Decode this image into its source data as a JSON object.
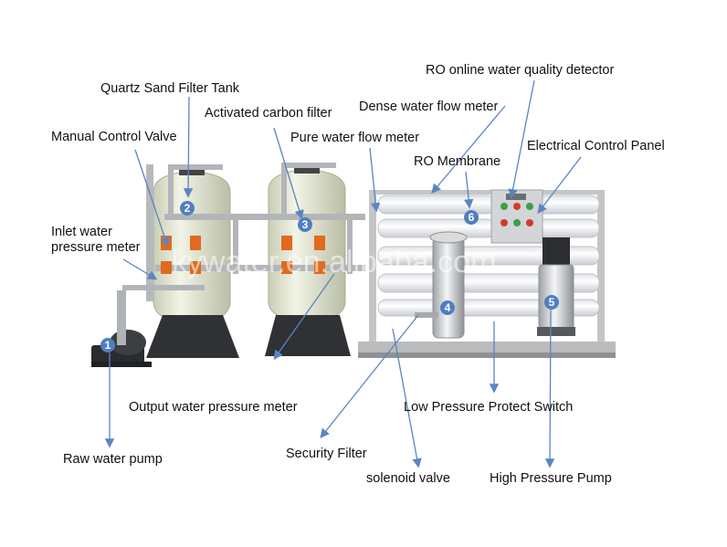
{
  "labels": {
    "ro_detector": "RO online water quality detector",
    "quartz_tank": "Quartz Sand Filter Tank",
    "dense_flow": "Dense water flow meter",
    "activated_carbon": "Activated carbon filter",
    "manual_valve": "Manual  Control Valve",
    "pure_flow": "Pure water flow meter",
    "electrical_panel": "Electrical Control Panel",
    "ro_membrane": "RO Membrane",
    "inlet_pressure": "Inlet water pressure meter",
    "output_pressure": "Output water pressure meter",
    "low_pressure": "Low Pressure  Protect Switch",
    "raw_pump": "Raw water pump",
    "security_filter": "Security Filter",
    "solenoid": "solenoid valve",
    "high_pump": "High Pressure Pump"
  },
  "badges": [
    "1",
    "2",
    "3",
    "4",
    "5",
    "6"
  ],
  "watermark": "kywater.en.alibaba.com",
  "colors": {
    "arrow": "#5b84c4",
    "badge": "#4f7fc0",
    "tank": "#e9ecd9",
    "frame": "#c4c6c8",
    "membrane": "#f3f4f6",
    "pipe": "#a8abae",
    "valve": "#e06a1e",
    "base": "#3a3c3f"
  }
}
